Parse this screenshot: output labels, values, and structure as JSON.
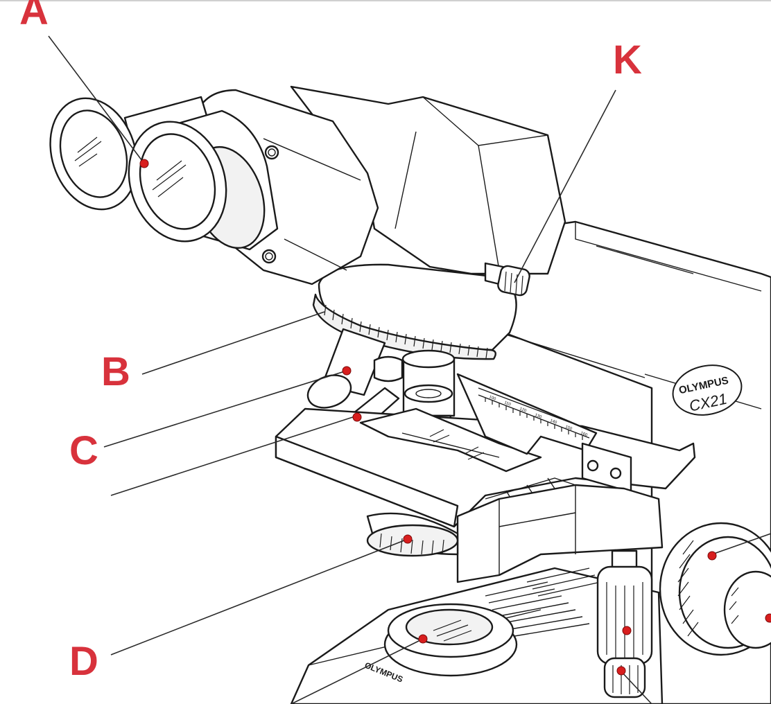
{
  "callouts": [
    {
      "id": "label-a",
      "text": "A"
    },
    {
      "id": "label-k",
      "text": "K"
    },
    {
      "id": "label-b",
      "text": "B"
    },
    {
      "id": "label-c",
      "text": "C"
    },
    {
      "id": "label-d",
      "text": "D"
    }
  ],
  "brand": "OLYMPUS",
  "model": "CX21",
  "base_brand": "OLYMPUS",
  "stage_scale_ticks": [
    "100",
    "110",
    "120",
    "130",
    "140",
    "150",
    "160"
  ],
  "colors": {
    "callout_red": "#d8323c",
    "marker_red": "#d81e1e",
    "line": "#1a1a1a",
    "background": "#ffffff"
  }
}
